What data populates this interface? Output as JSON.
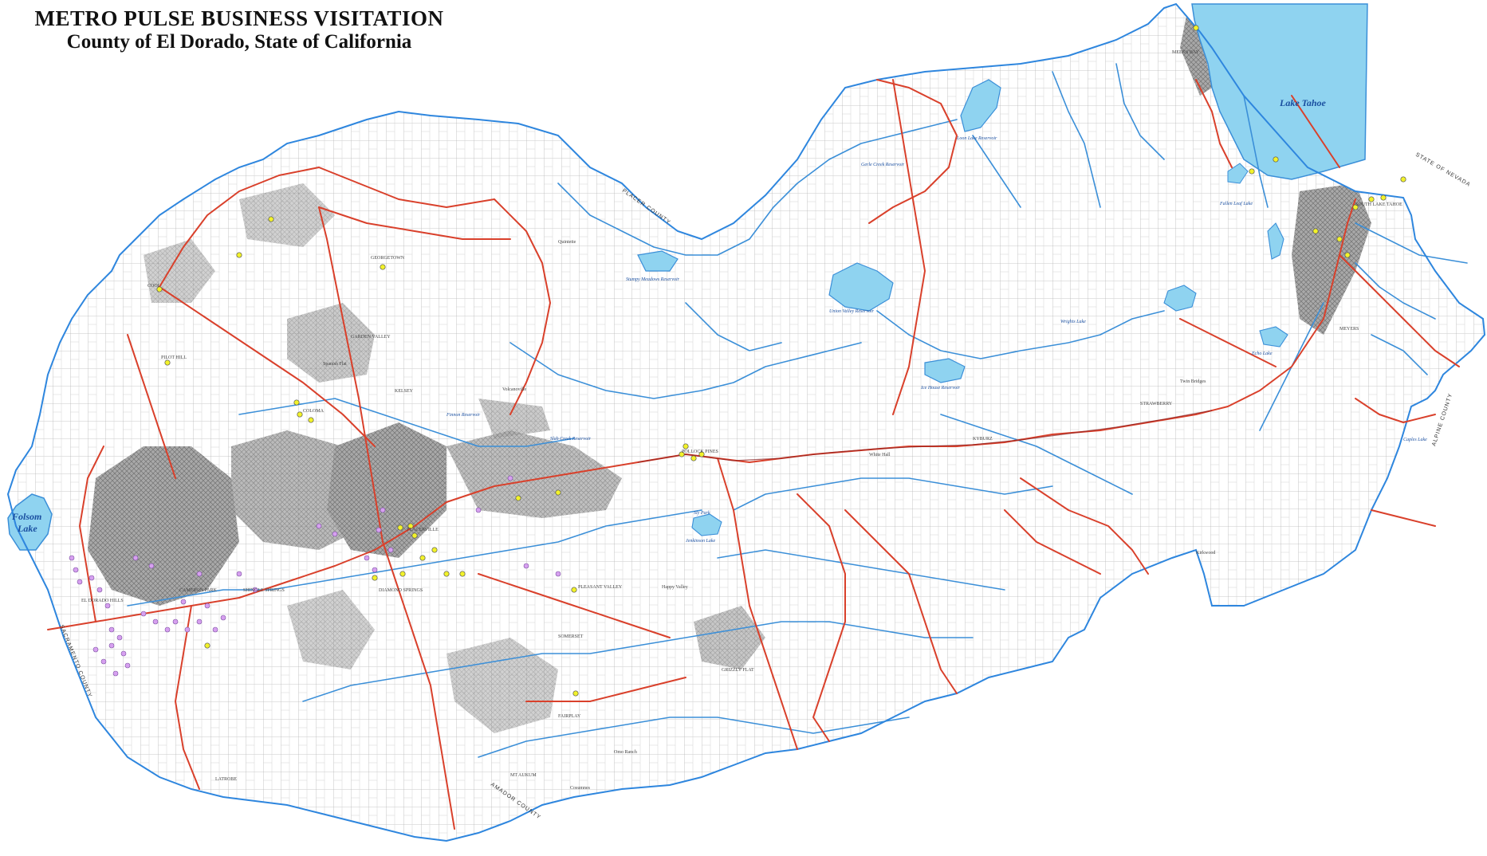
{
  "title": {
    "line1": "METRO PULSE BUSINESS VISITATION",
    "line2": "County of El Dorado, State of California"
  },
  "colors": {
    "water": "#8fd3f0",
    "river": "#3b8fd8",
    "highway": "#d9402b",
    "county_line": "#2e86de",
    "road_grid": "#bdbdbd",
    "urban": "#707070",
    "marker_yellow": "#f2f22a",
    "marker_purple": "#d7a0f0"
  },
  "water_bodies": {
    "lake_tahoe": "Lake Tahoe",
    "folsom_lake_1": "Folsom",
    "folsom_lake_2": "Lake",
    "stumpy_meadows": "Stumpy Meadows Reservoir",
    "union_valley": "Union Valley Reservoir",
    "ice_house": "Ice House Reservoir",
    "loon_lake": "Loon Lake Reservoir",
    "caples_lake": "Caples Lake",
    "fallen_leaf": "Fallen Leaf Lake",
    "echo_lake": "Echo Lake",
    "jenkinson_lake": "Jenkinson Lake",
    "finnon_reservoir": "Finnon Reservoir",
    "slab_creek": "Slab Creek Reservoir",
    "sly_park": "Sly Park",
    "wrights_lake": "Wrights Lake",
    "gerle_creek": "Gerle Creek Reservoir"
  },
  "places": {
    "meeks_bay": "MEEKS BAY",
    "south_lake_tahoe": "SOUTH LAKE TAHOE",
    "meyers": "MEYERS",
    "cool": "COOL",
    "pilot_hill": "PILOT HILL",
    "georgetown": "GEORGETOWN",
    "garden_valley": "GARDEN VALLEY",
    "coloma": "COLOMA",
    "kelsey": "KELSEY",
    "placerville": "PLACERVILLE",
    "pollock_pines": "POLLOCK PINES",
    "el_dorado_hills": "EL DORADO HILLS",
    "cameron_park": "CAMERON PARK",
    "shingle_springs": "SHINGLE SPRINGS",
    "diamond_springs": "DIAMOND SPRINGS",
    "pleasant_valley": "PLEASANT VALLEY",
    "somerset": "SOMERSET",
    "grizzly_flat": "GRIZZLY FLAT",
    "fairplay": "FAIRPLAY",
    "mt_aukum": "MT AUKUM",
    "latrobe": "LATROBE",
    "kyburz": "KYBURZ",
    "strawberry": "STRAWBERRY",
    "twin_bridges": "Twin Bridges",
    "white_hall": "White Hall",
    "kirkwood": "Kirkwood",
    "happy_valley": "Happy Valley",
    "omo_ranch": "Omo Ranch",
    "cosumnes": "Cosumnes",
    "quintette": "Quintette",
    "volcanoville": "Volcanoville",
    "spanish_flat": "Spanish Flat"
  },
  "county_labels": {
    "placer": "PLACER COUNTY",
    "nevada": "STATE OF NEVADA",
    "alpine": "ALPINE COUNTY",
    "amador": "AMADOR COUNTY",
    "sacramento": "SACRAMENTO COUNTY"
  },
  "markers": {
    "yellow_count": 36,
    "purple_count": 40
  }
}
